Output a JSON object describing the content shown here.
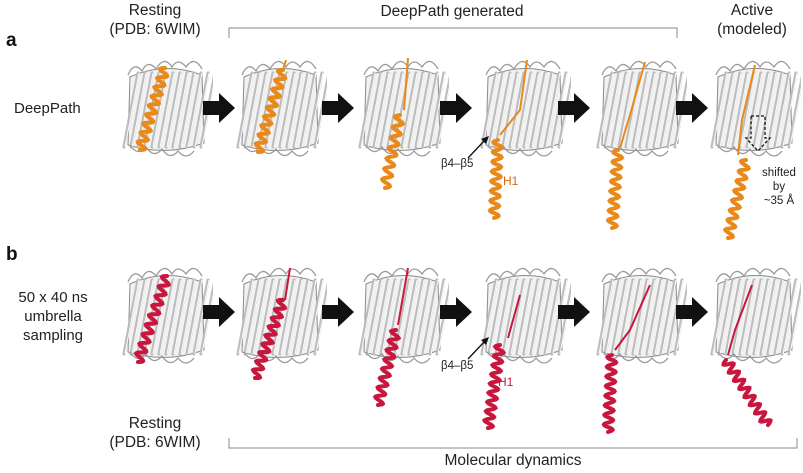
{
  "colors": {
    "deeppath_helix": "#e8891a",
    "md_helix": "#c8173e",
    "barrel": "#b9b9b9",
    "arrow": "#111111"
  },
  "panel_a": {
    "letter": "a",
    "row_label": "DeepPath",
    "header_resting": [
      "Resting",
      "(PDB: 6WIM)"
    ],
    "header_generated": "DeepPath generated",
    "header_active": [
      "Active",
      "(modeled)"
    ],
    "strand_label": "β4–β5",
    "helix_label": "H1",
    "shift_note": [
      "shifted",
      "by",
      "~35 Å"
    ]
  },
  "panel_b": {
    "letter": "b",
    "row_label": [
      "50 x 40 ns",
      "umbrella",
      "sampling"
    ],
    "footer_resting": [
      "Resting",
      "(PDB: 6WIM)"
    ],
    "footer_md": "Molecular dynamics",
    "strand_label": "β4–β5",
    "helix_label": "H1"
  }
}
